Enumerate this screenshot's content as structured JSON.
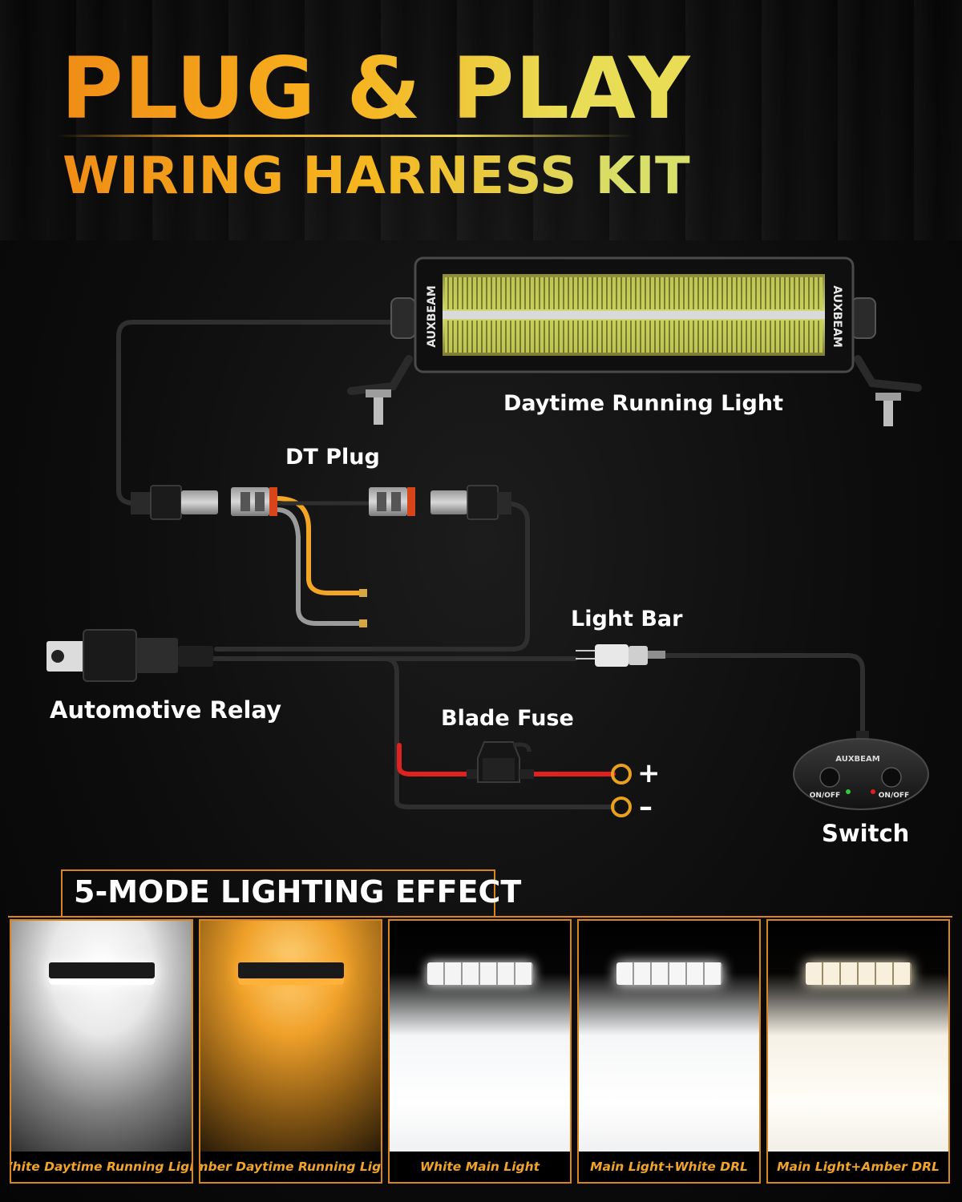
{
  "title": {
    "main": "PLUG & PLAY",
    "sub": "WIRING HARNESS KIT"
  },
  "diagram": {
    "light_bar_brand": "AUXBEAM",
    "switch_brand": "AUXBEAM",
    "switch_left_label": "ON/OFF",
    "switch_right_label": "ON/OFF",
    "labels": {
      "daytime_running_light": "Daytime Running Light",
      "dt_plug": "DT Plug",
      "light_bar": "Light Bar",
      "automotive_relay": "Automotive Relay",
      "blade_fuse": "Blade Fuse",
      "switch": "Switch"
    },
    "terminals": {
      "positive": "+",
      "negative": "–"
    },
    "colors": {
      "wire_black": "#2f2f2f",
      "wire_red": "#e0221f",
      "wire_yellow": "#f2a623",
      "wire_grey": "#9a9a9a",
      "terminal_ring": "#e9a11d",
      "accent_orange": "#d9851d"
    }
  },
  "modes": {
    "title": "5-MODE LIGHTING EFFECT",
    "items": [
      {
        "caption": "White Daytime Running Light"
      },
      {
        "caption": "Amber Daytime Running Light"
      },
      {
        "caption": "White Main Light"
      },
      {
        "caption": "Main Light+White DRL"
      },
      {
        "caption": "Main Light+Amber DRL"
      }
    ]
  }
}
